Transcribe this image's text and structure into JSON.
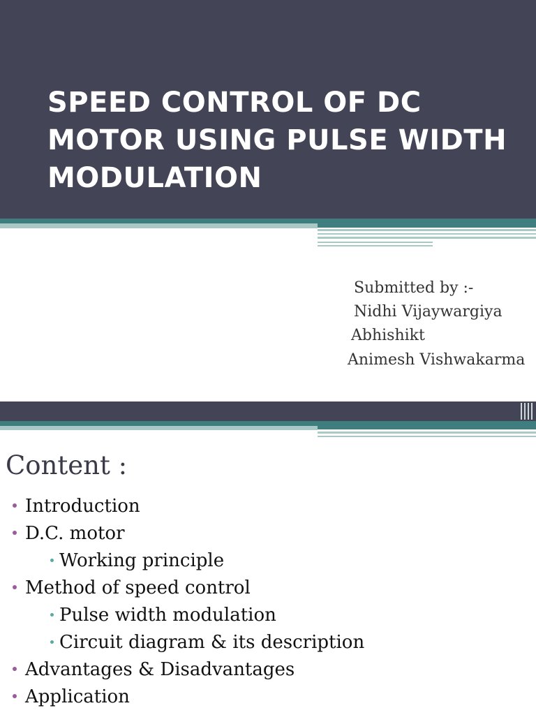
{
  "slide1": {
    "title": "SPEED CONTROL OF DC MOTOR USING PULSE WIDTH MODULATION",
    "submitted_by": "Submitted by :-",
    "authors": [
      "Nidhi Vijaywargiya",
      "Abhishikt",
      "Animesh Vishwakarma"
    ]
  },
  "slide2": {
    "heading": "Content :",
    "items": [
      {
        "text": "Introduction",
        "level": 1
      },
      {
        "text": "D.C. motor",
        "level": 1
      },
      {
        "text": "Working principle",
        "level": 2
      },
      {
        "text": "Method of speed control",
        "level": 1
      },
      {
        "text": "Pulse width modulation",
        "level": 2
      },
      {
        "text": "Circuit diagram & its description",
        "level": 2
      },
      {
        "text": "Advantages & Disadvantages",
        "level": 1
      },
      {
        "text": "Application",
        "level": 1
      }
    ]
  },
  "colors": {
    "band": "#434455",
    "teal": "#3f7e7f",
    "light_teal": "#a9c9c6",
    "bullet_l1": "#9b5c9c",
    "bullet_l2": "#5aa9a3"
  }
}
